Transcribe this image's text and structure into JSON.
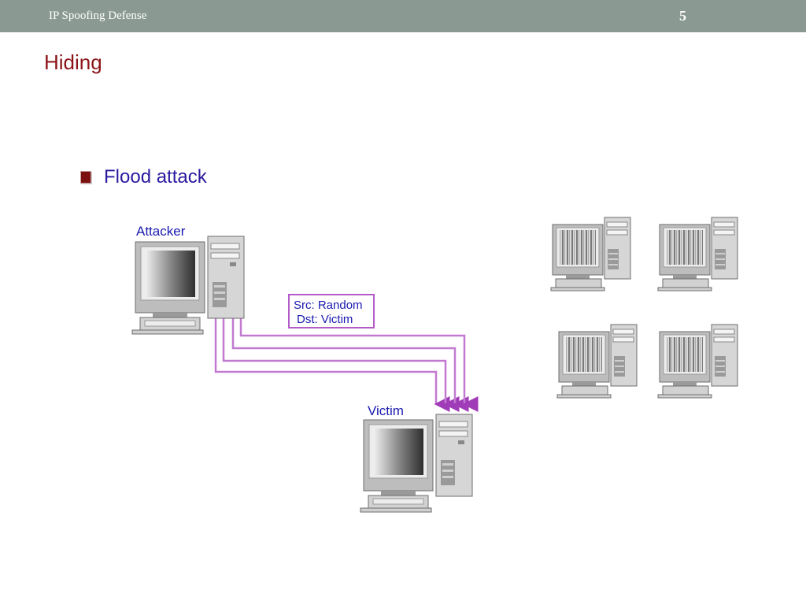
{
  "header": {
    "title": "IP Spoofing Defense",
    "page_number": "5"
  },
  "slide": {
    "title": "Hiding",
    "bullet": "Flood attack"
  },
  "diagram": {
    "attacker_label": "Attacker",
    "victim_label": "Victim",
    "packet": {
      "src": "Src: Random",
      "dst": "Dst: Victim"
    },
    "colors": {
      "flow_line": "#c27ad1",
      "arrow": "#a03cb8",
      "label": "#1a1ab0",
      "title": "#8b1418"
    }
  }
}
